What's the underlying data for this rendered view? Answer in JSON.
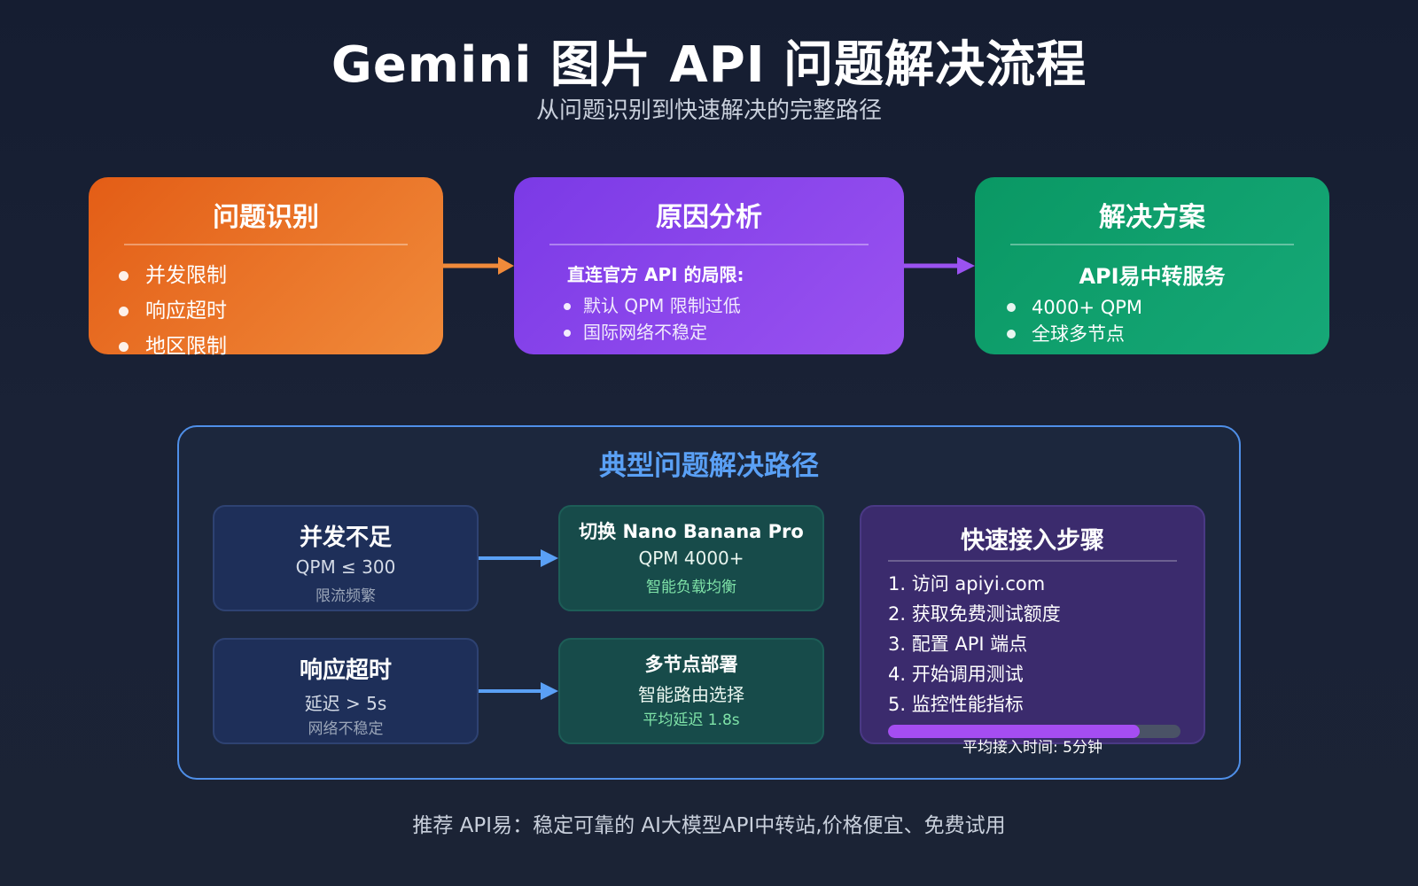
{
  "header": {
    "title": "Gemini 图片 API 问题解决流程",
    "subtitle": "从问题识别到快速解决的完整路径"
  },
  "flow": {
    "identify": {
      "title": "问题识别",
      "items": [
        "并发限制",
        "响应超时",
        "地区限制"
      ]
    },
    "analysis": {
      "title": "原因分析",
      "heading": "直连官方 API 的局限:",
      "items": [
        "默认 QPM 限制过低",
        "国际网络不稳定"
      ]
    },
    "solution": {
      "title": "解决方案",
      "heading": "API易中转服务",
      "items": [
        "4000+ QPM",
        "全球多节点"
      ]
    }
  },
  "panel": {
    "title": "典型问题解决路径",
    "problems": [
      {
        "title": "并发不足",
        "metric": "QPM ≤ 300",
        "note": "限流频繁"
      },
      {
        "title": "响应超时",
        "metric": "延迟 > 5s",
        "note": "网络不稳定"
      }
    ],
    "solutions": [
      {
        "title": "切换 Nano Banana Pro",
        "metric": "QPM 4000+",
        "note": "智能负载均衡"
      },
      {
        "title": "多节点部署",
        "metric": "智能路由选择",
        "note": "平均延迟 1.8s"
      }
    ],
    "steps": {
      "title": "快速接入步骤",
      "items": [
        "1. 访问 apiyi.com",
        "2. 获取免费测试额度",
        "3. 配置 API 端点",
        "4. 开始调用测试",
        "5. 监控性能指标"
      ],
      "progress_fraction": 0.86,
      "caption": "平均接入时间: 5分钟"
    }
  },
  "footer": {
    "text": "推荐 API易：稳定可靠的 AI大模型API中转站,价格便宜、免费试用"
  },
  "colors": {
    "identify": "#e35d16",
    "analysis": "#7b3ae6",
    "solution": "#0a9864",
    "panel_border": "#4f8fe8",
    "panel_title": "#5aa0f5",
    "arrow_orange": "#f08a3a",
    "arrow_purple": "#9a52f0",
    "arrow_blue": "#5aa0f5",
    "progress": "#a54df2"
  }
}
